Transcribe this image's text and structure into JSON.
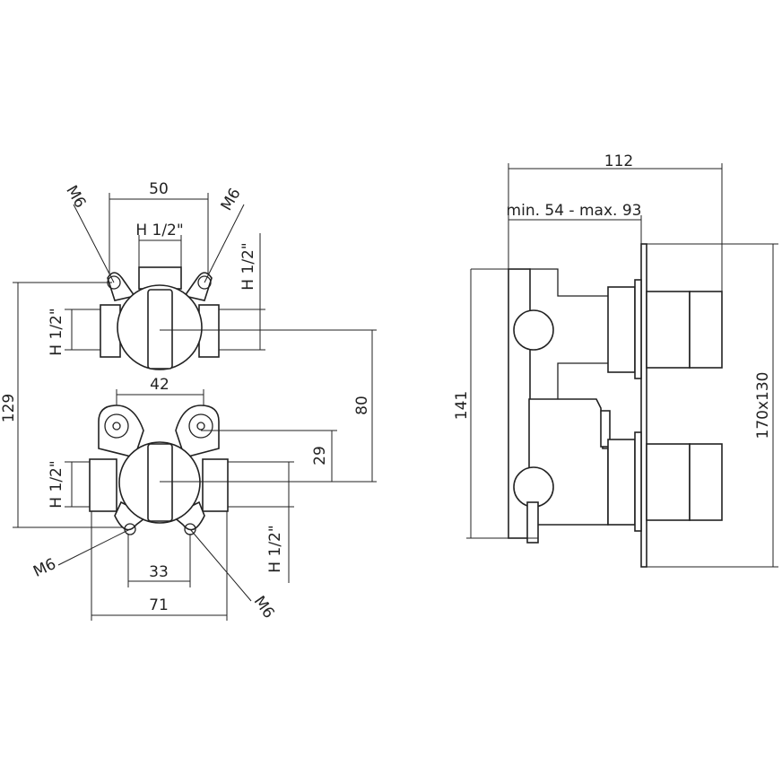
{
  "front_view": {
    "dim_top_width": "50",
    "dim_top_thread": "H 1/2\"",
    "dim_upper_left_thread": "H 1/2\"",
    "dim_upper_right_thread": "H 1/2\"",
    "dim_total_height": "129",
    "dim_fittings_spacing": "42",
    "dim_center_distance": "80",
    "dim_lower_offset": "29",
    "dim_lower_left_thread": "H 1/2\"",
    "dim_lower_right_thread": "H 1/2\"",
    "dim_lug_spacing": "33",
    "dim_bottom_width": "71",
    "screw_top_left": "M6",
    "screw_top_right": "M6",
    "screw_bottom_left": "M6",
    "screw_bottom_right": "M6"
  },
  "side_view": {
    "dim_total_depth": "112",
    "dim_depth_range": "min. 54 - max. 93",
    "dim_body_height": "141",
    "dim_plate_size": "170x130"
  }
}
